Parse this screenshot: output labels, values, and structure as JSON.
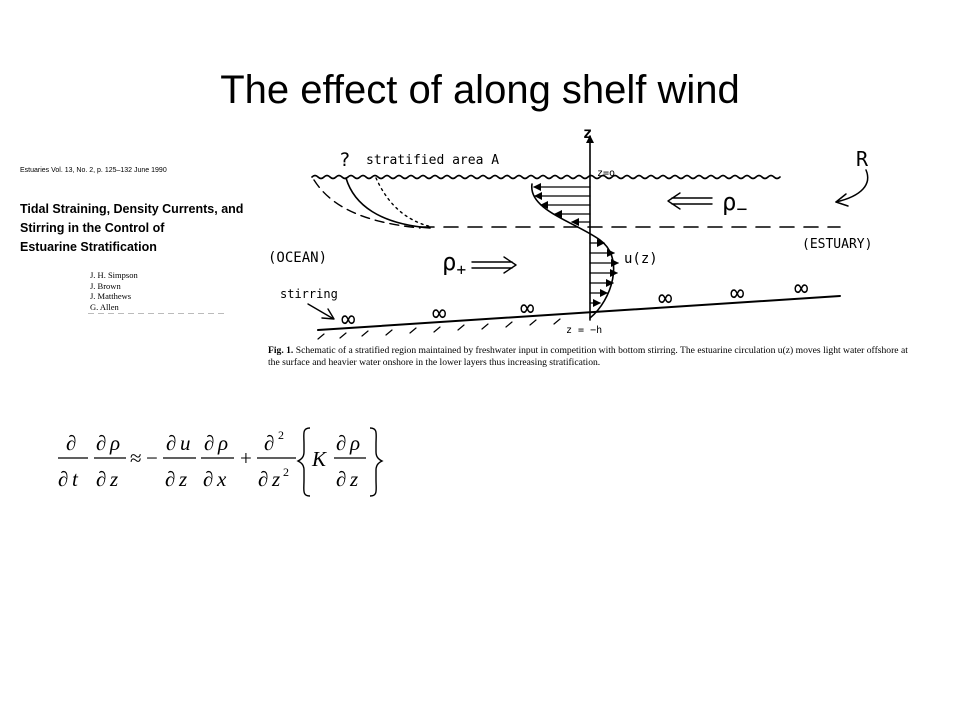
{
  "slide": {
    "title": "The effect of along shelf wind"
  },
  "paper": {
    "journal_line": "Estuaries  Vol. 13, No. 2, p. 125–132  June 1990",
    "title_lines": [
      "Tidal Straining, Density Currents, and",
      "Stirring in the Control of",
      "Estuarine Stratification"
    ],
    "authors": [
      "J. H. Simpson",
      "J. Brown",
      "J. Matthews",
      "G. Allen"
    ]
  },
  "diagram": {
    "z_axis": "z",
    "question": "?",
    "stratified_label": "stratified area A",
    "surface_label": "z=o",
    "river_label": "R",
    "rho_minus": "ρ",
    "rho_minus_sub": "−",
    "rho_plus": "ρ",
    "rho_plus_sub": "+",
    "ocean_label": "(OCEAN)",
    "estuary_label": "(ESTUARY)",
    "profile_label": "u(z)",
    "stirring_label": "stirring",
    "bottom_label": "z = −h",
    "infinity_symbol": "∞"
  },
  "caption": {
    "label": "Fig. 1.",
    "text": "Schematic of a stratified region maintained by freshwater input in competition with bottom stirring. The estuarine circulation u(z) moves light water offshore at the surface and heavier water onshore in the lower layers thus increasing stratification."
  },
  "equation": {
    "partial": "∂",
    "rho": "ρ",
    "t": "t",
    "z": "z",
    "u": "u",
    "x": "x",
    "K": "K",
    "approx": "≈",
    "minus": "−",
    "plus": "+",
    "square": "2"
  }
}
